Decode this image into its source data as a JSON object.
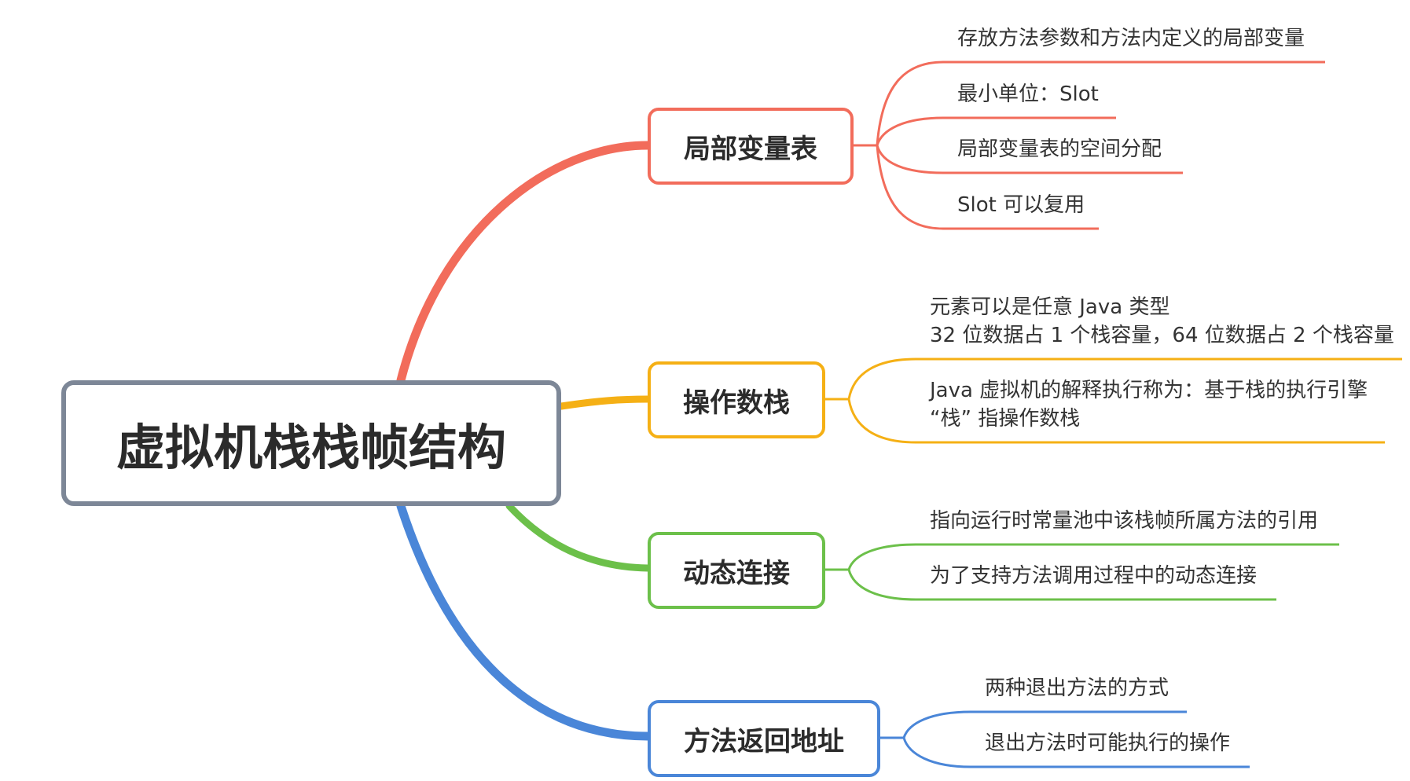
{
  "root": {
    "label": "虚拟机栈栈帧结构",
    "border_color": "#7d8797"
  },
  "branches": [
    {
      "label": "局部变量表",
      "color": "#f26c5b",
      "children": [
        {
          "lines": [
            "存放方法参数和方法内定义的局部变量"
          ]
        },
        {
          "lines": [
            "最小单位：Slot"
          ]
        },
        {
          "lines": [
            "局部变量表的空间分配"
          ]
        },
        {
          "lines": [
            "Slot 可以复用"
          ]
        }
      ]
    },
    {
      "label": "操作数栈",
      "color": "#f5b015",
      "children": [
        {
          "lines": [
            "元素可以是任意 Java 类型",
            "32 位数据占 1 个栈容量，64 位数据占 2 个栈容量"
          ]
        },
        {
          "lines": [
            "Java 虚拟机的解释执行称为：基于栈的执行引擎",
            "“栈” 指操作数栈"
          ]
        }
      ]
    },
    {
      "label": "动态连接",
      "color": "#6cc04a",
      "children": [
        {
          "lines": [
            "指向运行时常量池中该栈帧所属方法的引用"
          ]
        },
        {
          "lines": [
            "为了支持方法调用过程中的动态连接"
          ]
        }
      ]
    },
    {
      "label": "方法返回地址",
      "color": "#4a86d8",
      "children": [
        {
          "lines": [
            "两种退出方法的方式"
          ]
        },
        {
          "lines": [
            "退出方法时可能执行的操作"
          ]
        }
      ]
    }
  ]
}
